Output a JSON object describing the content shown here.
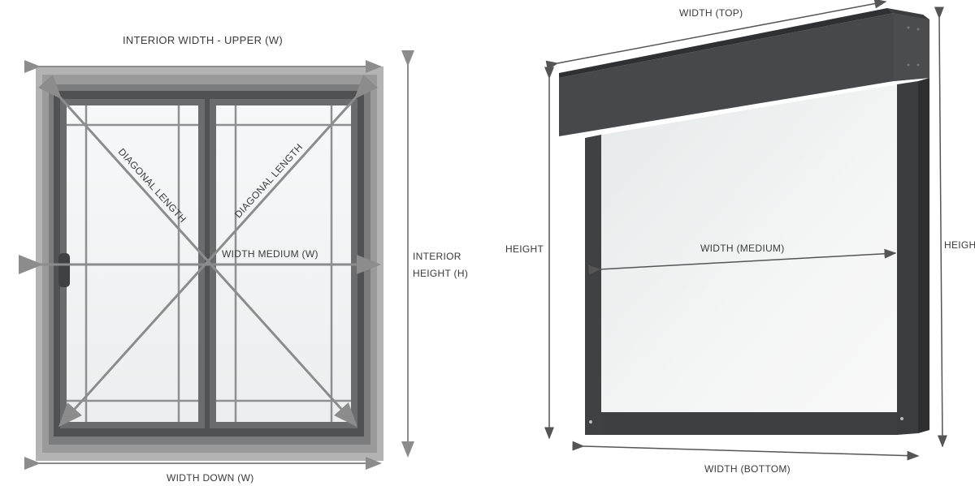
{
  "left_figure": {
    "labels": {
      "interior_width_upper": "INTERIOR WIDTH - UPPER (W)",
      "diagonal_left": "DIAGONAL LENGTH",
      "diagonal_right": "DIAGONAL LENGTH",
      "width_medium": "WIDTH MEDIUM (W)",
      "interior_height_line1": "INTERIOR",
      "interior_height_line2": "HEIGHT (H)",
      "width_down": "WIDTH DOWN (W)"
    },
    "colors": {
      "frame_outer": "#a9a9a9",
      "frame_inner": "#5f6163",
      "glass": "#f4f5f6",
      "arrow": "#8c8c8c"
    }
  },
  "right_figure": {
    "labels": {
      "width_top": "WIDTH (TOP)",
      "height_left": "HEIGHT",
      "height_right": "HEIGH",
      "width_medium": "WIDTH (MEDIUM)",
      "width_bottom": "WIDTH (BOTTOM)"
    },
    "colors": {
      "housing": "#3d3f41",
      "screen": "#eef0f0",
      "arrow": "#555555"
    }
  }
}
